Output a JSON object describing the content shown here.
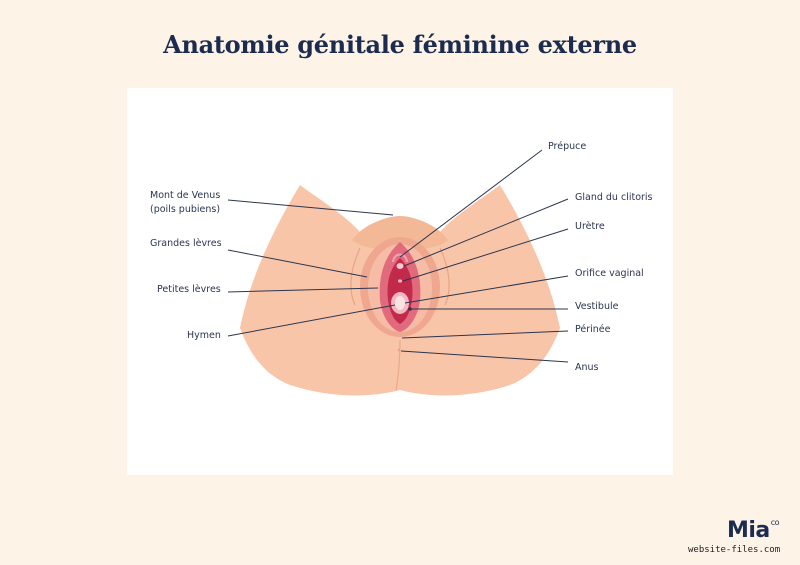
{
  "title": "Anatomie génitale féminine externe",
  "labels": {
    "mont_venus_line1": "Mont de Venus",
    "mont_venus_line2": "(poils pubiens)",
    "grandes_levres": "Grandes lèvres",
    "petites_levres": "Petites lèvres",
    "hymen": "Hymen",
    "prepuce": "Prépuce",
    "gland_clitoris": "Gland du clitoris",
    "uretre": "Urètre",
    "orifice_vaginal": "Orifice vaginal",
    "vestibule": "Vestibule",
    "perinee": "Périnée",
    "anus": "Anus"
  },
  "logo": {
    "name": "Mia",
    "suffix": "co"
  },
  "watermark": "website-files.com",
  "colors": {
    "background": "#fdf3e6",
    "skin": "#f8c5a8",
    "skin_shadow": "#eaa98a",
    "labia_inner": "#e26a7d",
    "labia_deep": "#c22a4c",
    "text": "#1c2c50"
  }
}
